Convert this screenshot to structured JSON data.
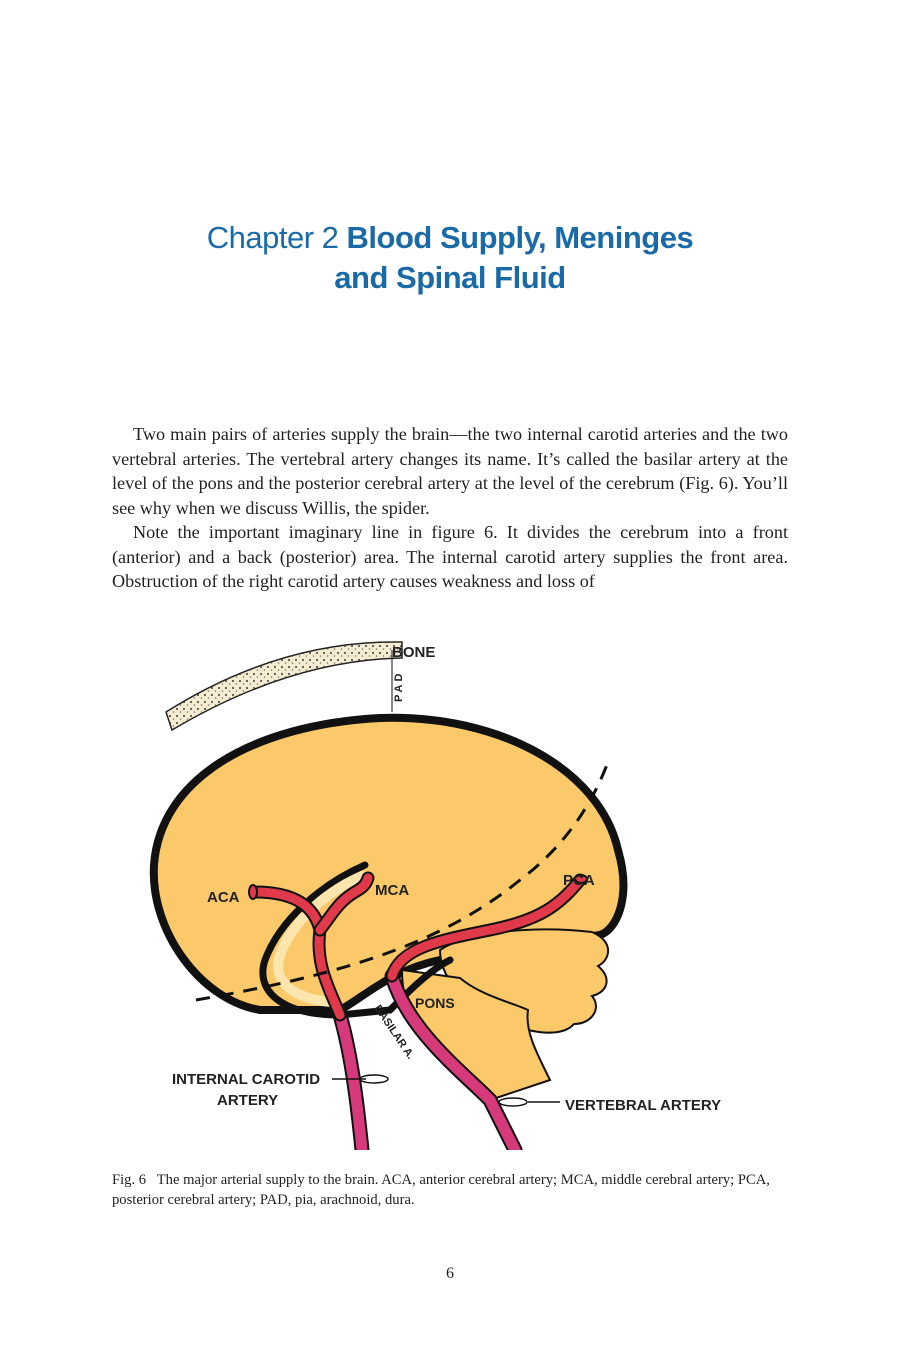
{
  "chapter": {
    "prefix": "Chapter 2",
    "title_line1": "Blood Supply, Meninges",
    "title_line2": "and Spinal Fluid"
  },
  "paragraphs": [
    "Two main pairs of arteries supply the brain—the two internal carotid arteries and the two vertebral arteries. The vertebral artery changes its name. It’s called the basilar artery at the level of the pons and the posterior cerebral artery at the level of the cerebrum (Fig. 6). You’ll see why when we discuss Willis, the spider.",
    "Note the important imaginary line in figure 6. It divides the cerebrum into a front (anterior) and a back (posterior) area. The internal carotid artery supplies the front area. Obstruction of the right carotid artery causes weakness and loss of"
  ],
  "figure": {
    "labels": {
      "bone": "BONE",
      "pad": "PAD",
      "aca": "ACA",
      "mca": "MCA",
      "pca": "PCA",
      "pons": "PONS",
      "basilar": "BASILAR A.",
      "internal_carotid_line1": "INTERNAL CAROTID",
      "internal_carotid_line2": "ARTERY",
      "vertebral": "VERTEBRAL ARTERY"
    },
    "colors": {
      "brain": "#fcc96a",
      "brain_highlight": "#fde6ad",
      "artery_red": "#e03a4a",
      "artery_pink": "#d63a7a",
      "bone": "#f6ecd2",
      "outline": "#111111"
    }
  },
  "caption": {
    "label": "Fig. 6",
    "text": "The major arterial supply to the brain. ACA, anterior cerebral artery; MCA, middle cerebral artery; PCA, posterior cerebral artery; PAD, pia, arachnoid, dura."
  },
  "page_number": "6"
}
